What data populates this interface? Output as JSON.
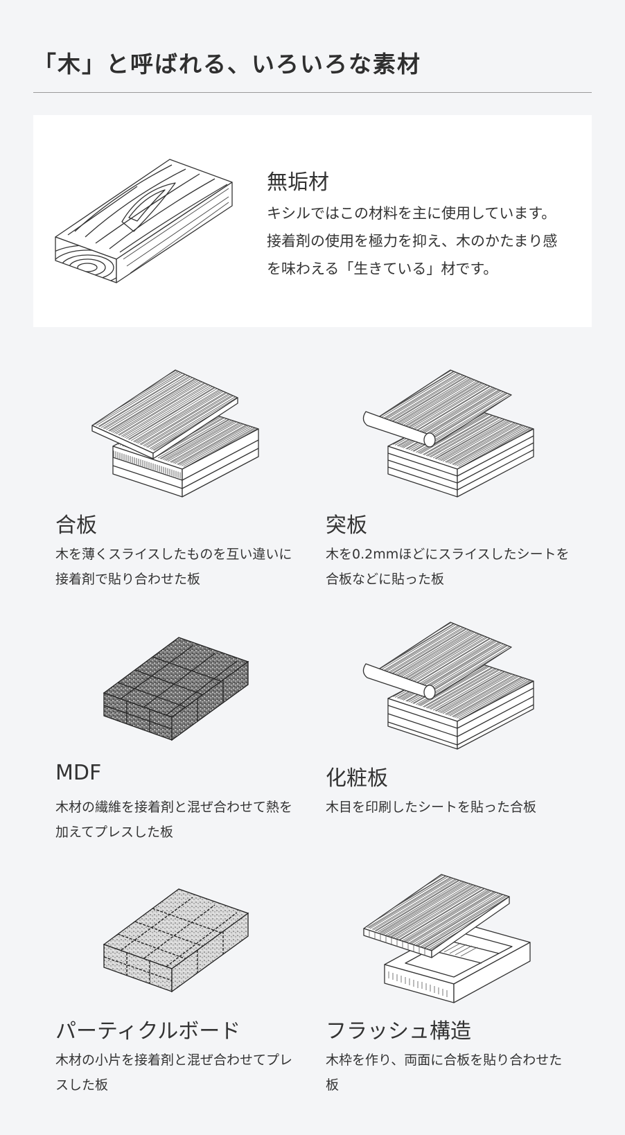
{
  "page": {
    "title": "「木」と呼ばれる、いろいろな素材"
  },
  "feature": {
    "name": "無垢材",
    "description": "キシルではこの材料を主に使用しています。 接着剤の使用を極力を抑え、木のかたまり感を味わえる「生きている」材です。",
    "icon": "solid-wood-plank-illustration"
  },
  "materials": [
    {
      "name": "合板",
      "description": "木を薄くスライスしたものを互い違いに接着剤で貼り合わせた板",
      "icon": "plywood-illustration"
    },
    {
      "name": "突板",
      "description": "木を0.2mmほどにスライスしたシートを合板などに貼った板",
      "icon": "veneer-illustration"
    },
    {
      "name": "MDF",
      "description": "木材の繊維を接着剤と混ぜ合わせて熱を加えてプレスした板",
      "icon": "mdf-illustration"
    },
    {
      "name": "化粧板",
      "description": "木目を印刷したシートを貼った合板",
      "icon": "decorative-board-illustration"
    },
    {
      "name": "パーティクルボード",
      "description": "木材の小片を接着剤と混ぜ合わせてプレスした板",
      "icon": "particle-board-illustration"
    },
    {
      "name": "フラッシュ構造",
      "description": "木枠を作り、両面に合板を貼り合わせた板",
      "icon": "flush-structure-illustration"
    }
  ],
  "colors": {
    "background": "#f4f5f7",
    "card": "#ffffff",
    "text": "#333333",
    "rule": "#9a9a9a"
  }
}
